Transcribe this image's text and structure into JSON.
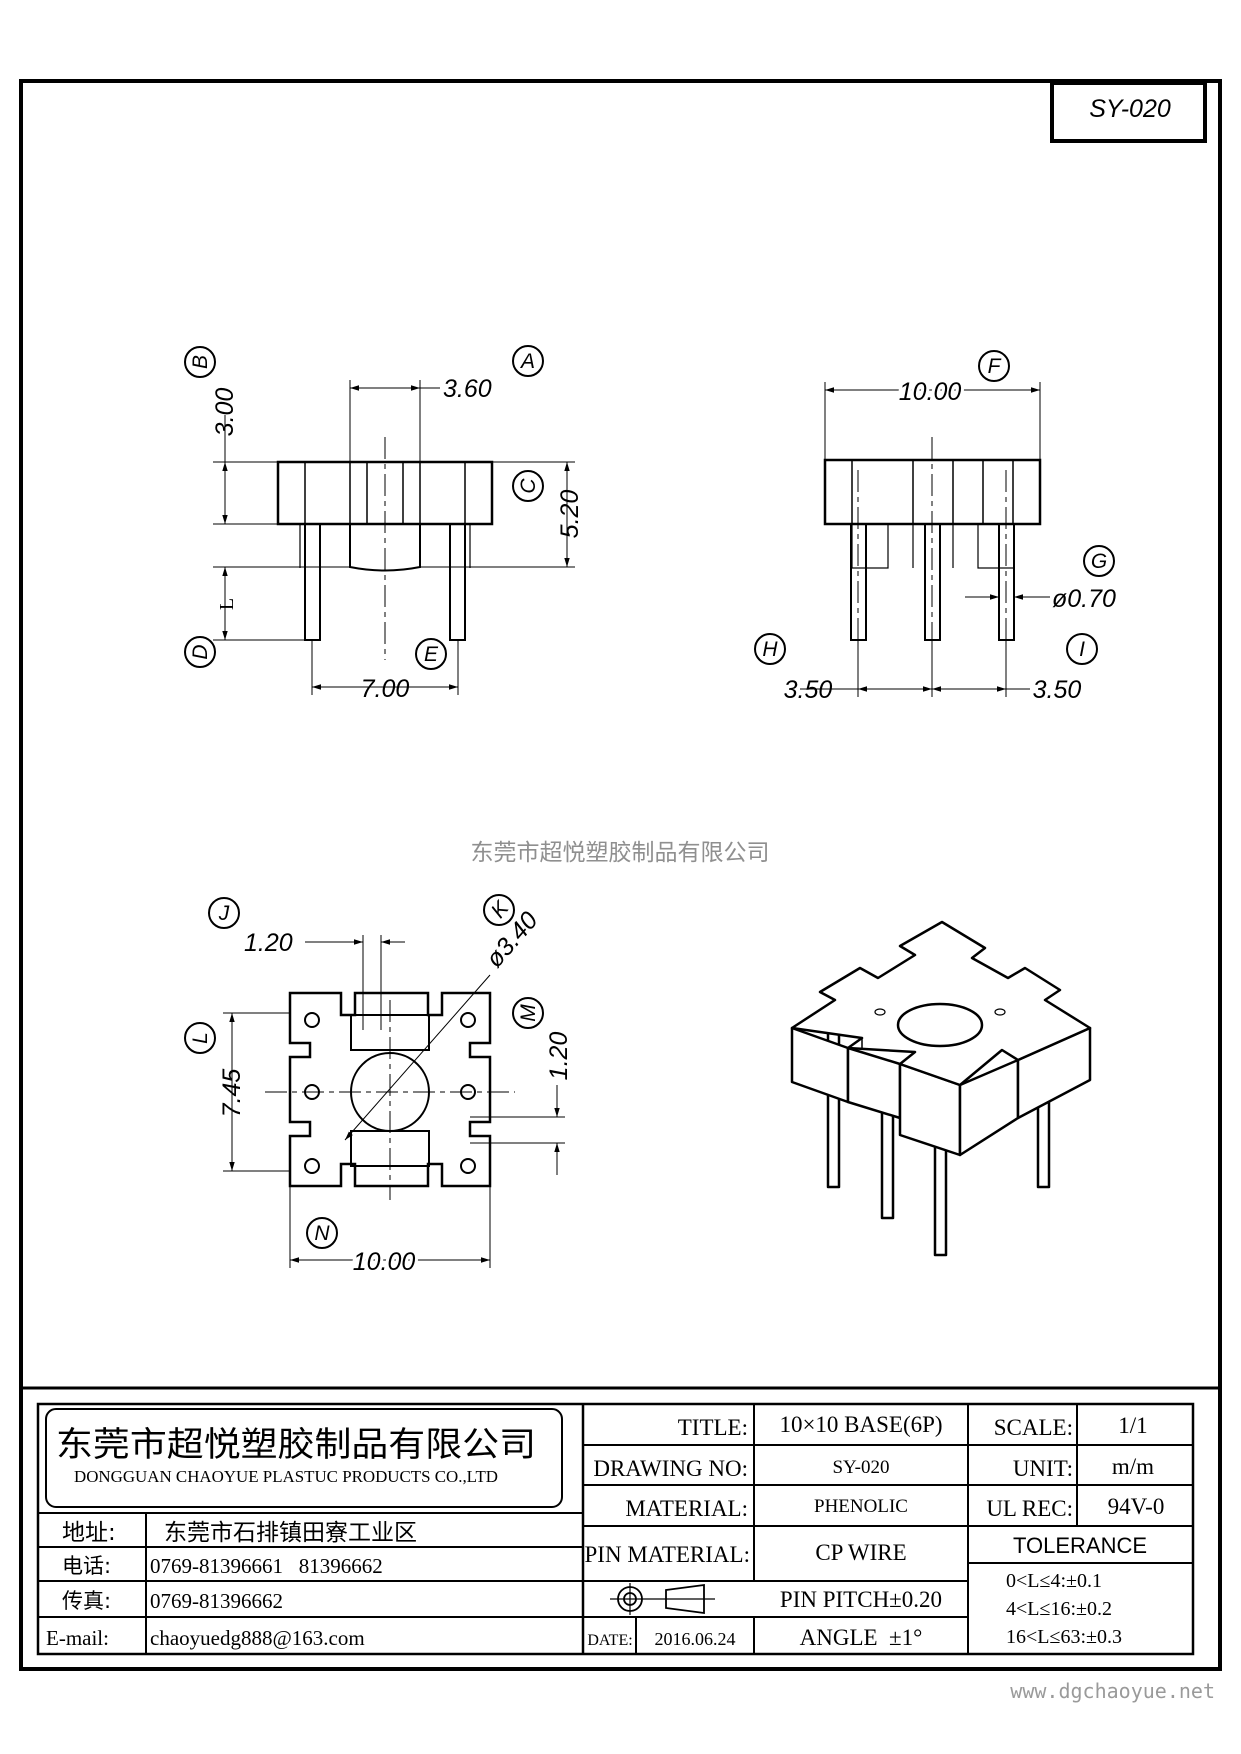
{
  "part_number": "SY-020",
  "dimensions": {
    "side_a": "3.60",
    "side_b": "3.00",
    "side_c": "5.20",
    "side_l": "L",
    "side_e": "7.00",
    "front_f": "10.00",
    "front_g": "ø0.70",
    "front_h": "3.50",
    "front_i": "3.50",
    "bottom_j": "1.20",
    "bottom_k": "ø3.40",
    "bottom_m": "1.20",
    "bottom_l": "7.45",
    "bottom_n": "10.00"
  },
  "callouts": [
    "A",
    "B",
    "C",
    "D",
    "E",
    "F",
    "G",
    "H",
    "I",
    "J",
    "K",
    "L",
    "M",
    "N"
  ],
  "watermark": "东莞市超悦塑胶制品有限公司",
  "company": {
    "name_cn": "东莞市超悦塑胶制品有限公司",
    "name_en": "DONGGUAN CHAOYUE PLASTUC PRODUCTS CO.,LTD"
  },
  "contact": {
    "address_label": "地址:",
    "address": "东莞市石排镇田寮工业区",
    "phone_label": "电话:",
    "phone": "0769-81396661   81396662",
    "fax_label": "传真:",
    "fax": "0769-81396662",
    "email_label": "E-mail:",
    "email": "chaoyuedg888@163.com"
  },
  "spec": {
    "title_label": "TITLE:",
    "title": "10×10 BASE(6P)",
    "drawing_no_label": "DRAWING NO:",
    "drawing_no": "SY-020",
    "material_label": "MATERIAL:",
    "material": "PHENOLIC",
    "pin_material_label": "PIN MATERIAL:",
    "pin_material": "CP WIRE",
    "date_label": "DATE:",
    "date": "2016.06.24",
    "pin_pitch": "PIN PITCH±0.20",
    "angle": "ANGLE  ±1°",
    "scale_label": "SCALE:",
    "scale": "1/1",
    "unit_label": "UNIT:",
    "unit": "m/m",
    "ul_rec_label": "UL REC:",
    "ul_rec": "94V-0",
    "tolerance_label": "TOLERANCE",
    "tolerance": [
      "0<L≤4:±0.1",
      "4<L≤16:±0.2",
      "16<L≤63:±0.3"
    ]
  },
  "website": "www.dgchaoyue.net"
}
